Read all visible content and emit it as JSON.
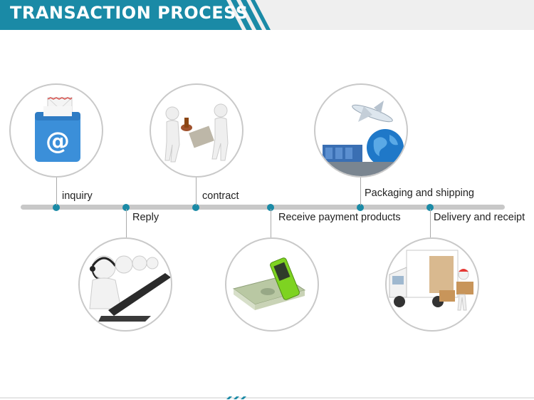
{
  "header": {
    "title": "TRANSACTION PROCESS"
  },
  "steps": [
    {
      "label": "inquiry"
    },
    {
      "label": "Reply"
    },
    {
      "label": "contract"
    },
    {
      "label": "Receive payment products"
    },
    {
      "label": "Packaging and shipping"
    },
    {
      "label": "Delivery and receipt"
    }
  ],
  "colors": {
    "accent": "#1a8aa6",
    "timeline": "#c8c8c8",
    "header_band": "#efefef"
  }
}
